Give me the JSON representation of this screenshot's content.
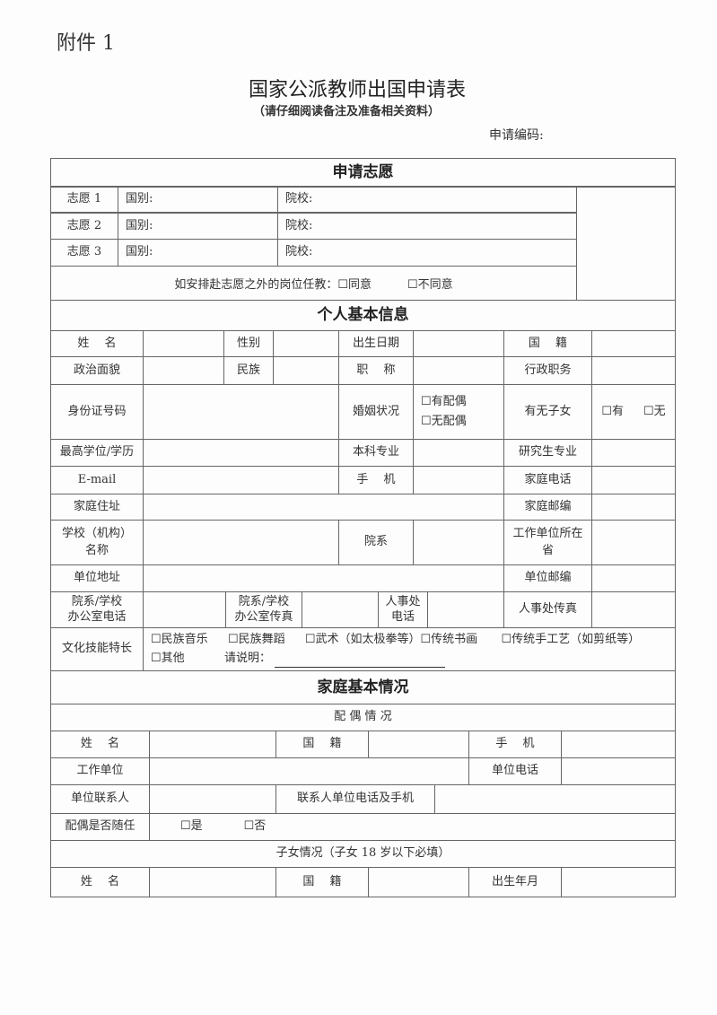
{
  "header": {
    "attachment": "附件 1",
    "title": "国家公派教师出国申请表",
    "subtitle": "（请仔细阅读备注及准备相关资料）",
    "code_label": "申请编码:"
  },
  "wishes": {
    "section": "申请志愿",
    "rows": [
      {
        "label": "志愿 1",
        "country": "国别:",
        "school": "院校:"
      },
      {
        "label": "志愿 2",
        "country": "国别:",
        "school": "院校:"
      },
      {
        "label": "志愿 3",
        "country": "国别:",
        "school": "院校:"
      }
    ],
    "assign_question": "如安排赴志愿之外的岗位任教：",
    "agree": "☐同意",
    "disagree": "☐不同意"
  },
  "personal": {
    "section": "个人基本信息",
    "name": "姓　 名",
    "gender": "性别",
    "birth": "出生日期",
    "nationality": "国　 籍",
    "political": "政治面貌",
    "ethnic": "民族",
    "title": "职　 称",
    "admin_post": "行政职务",
    "id": "身份证号码",
    "marital": "婚姻状况",
    "married": "☐有配偶",
    "unmarried": "☐无配偶",
    "children": "有无子女",
    "has": "☐有",
    "none": "☐无",
    "degree": "最高学位/学历",
    "undergrad": "本科专业",
    "grad": "研究生专业",
    "email": "E-mail",
    "mobile": "手　 机",
    "home_phone": "家庭电话",
    "address": "家庭住址",
    "home_zip": "家庭邮编",
    "school1": "学校（机构）",
    "school2": "名称",
    "dept": "院系",
    "province1": "工作单位所在",
    "province2": "省",
    "unit_address": "单位地址",
    "unit_zip": "单位邮编",
    "office_phone1": "院系/学校",
    "office_phone2": "办公室电话",
    "office_fax1": "院系/学校",
    "office_fax2": "办公室传真",
    "hr_phone1": "人事处",
    "hr_phone2": "电话",
    "hr_fax": "人事处传真",
    "skills": "文化技能特长",
    "skill_options": [
      "☐民族音乐",
      "☐民族舞蹈",
      "☐武术（如太极拳等）☐传统书画",
      "☐传统手工艺（如剪纸等）"
    ],
    "other": "☐其他",
    "explain": "请说明："
  },
  "family": {
    "section": "家庭基本情况",
    "spouse": "配 偶 情 况",
    "name": "姓　 名",
    "nationality": "国　 籍",
    "mobile": "手　 机",
    "work": "工作单位",
    "work_phone": "单位电话",
    "contact": "单位联系人",
    "contact_phone": "联系人单位电话及手机",
    "accompany": "配偶是否随任",
    "yes": "☐是",
    "no": "☐否",
    "children": "子女情况（子女 18 岁以下必填）",
    "child_name": "姓　 名",
    "child_nationality": "国　 籍",
    "child_birth": "出生年月"
  }
}
